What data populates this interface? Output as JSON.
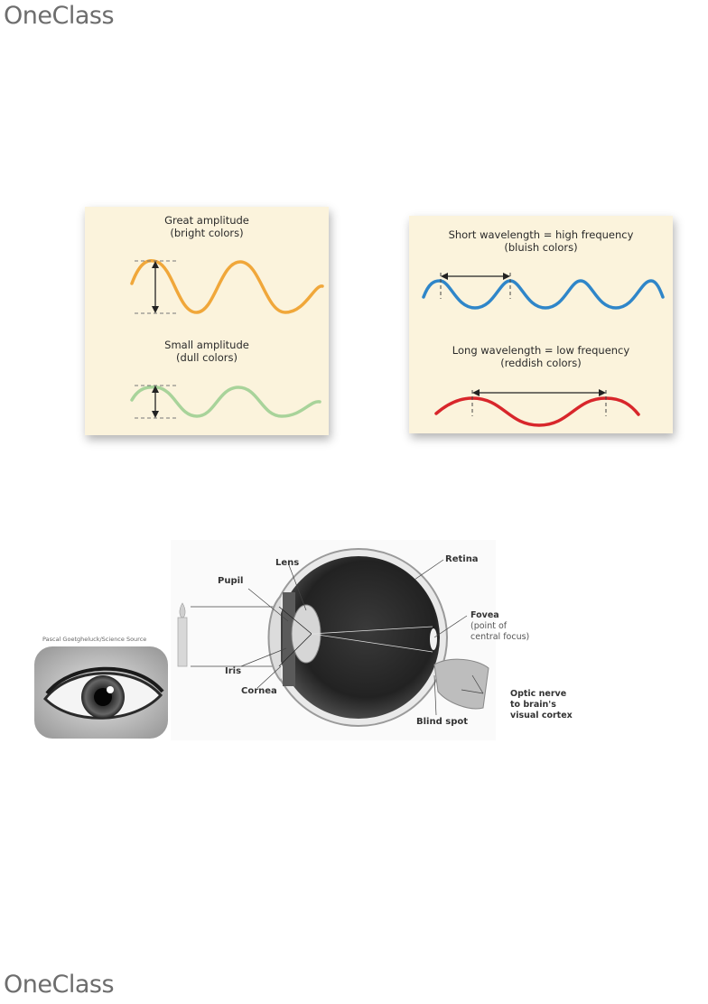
{
  "brand": {
    "name": "OneClass"
  },
  "amplitude_panel": {
    "great_title": "Great amplitude",
    "great_sub": "(bright colors)",
    "small_title": "Small amplitude",
    "small_sub": "(dull colors)",
    "colors": {
      "great": "#f0a73a",
      "small": "#a8d39a",
      "background": "#fbf3dc"
    }
  },
  "wavelength_panel": {
    "short_title": "Short wavelength = high frequency",
    "short_sub": "(bluish colors)",
    "long_title": "Long wavelength = low frequency",
    "long_sub": "(reddish colors)",
    "colors": {
      "short": "#2f86c9",
      "long": "#d8262b"
    }
  },
  "eye_figure": {
    "photo_credit": "Pascal Goetgheluck/Science Source",
    "labels": {
      "lens": "Lens",
      "pupil": "Pupil",
      "iris": "Iris",
      "cornea": "Cornea",
      "retina": "Retina",
      "fovea": "Fovea",
      "fovea_sub1": "(point of",
      "fovea_sub2": "central focus)",
      "optic1": "Optic nerve",
      "optic2": "to brain's",
      "optic3": "visual cortex",
      "blind_spot": "Blind spot"
    }
  }
}
